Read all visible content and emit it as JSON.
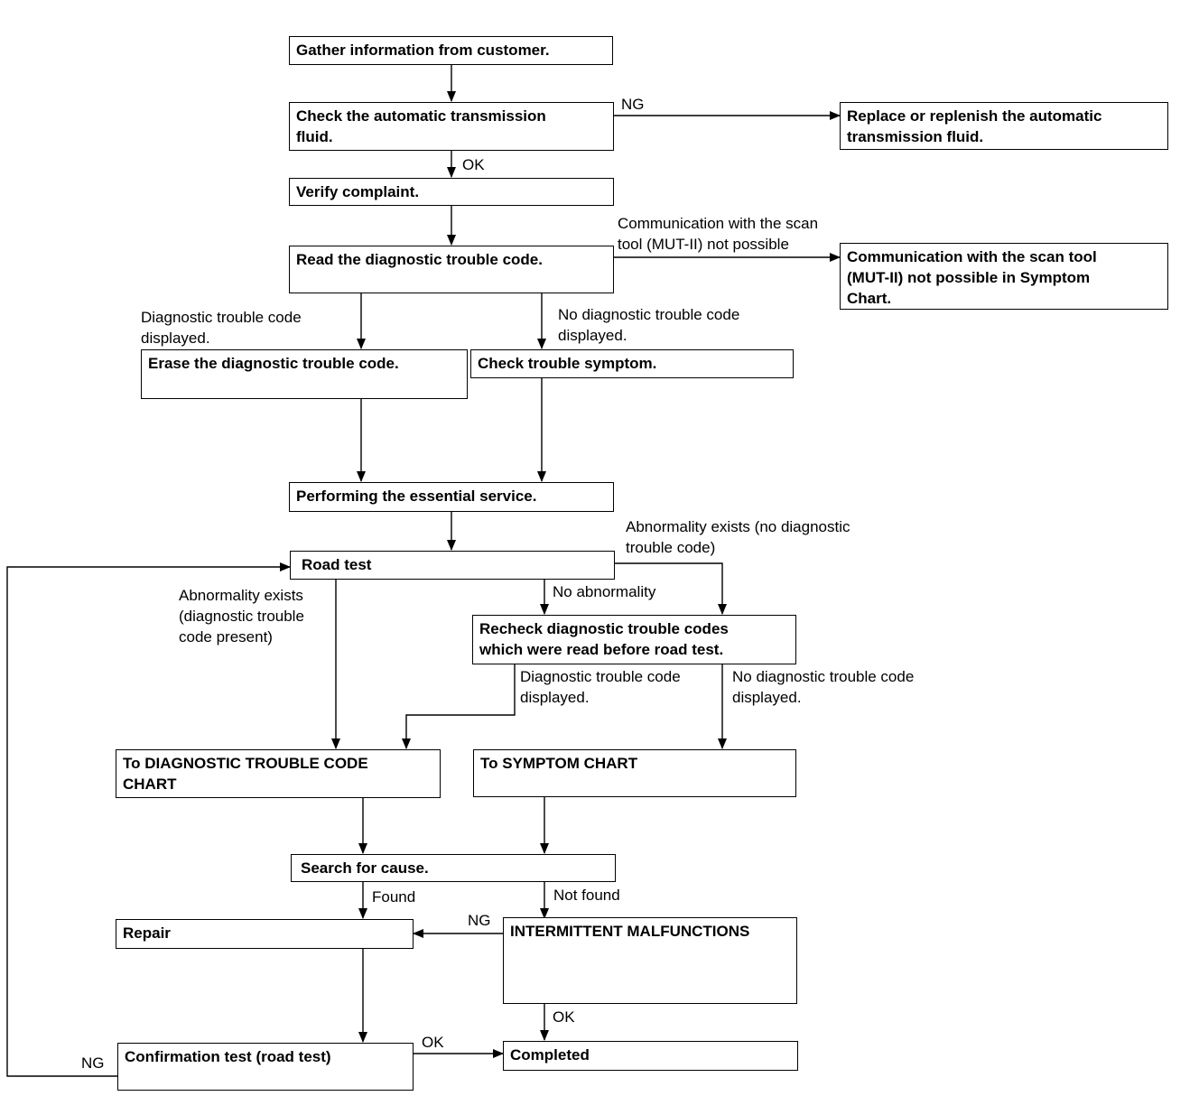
{
  "boxes": {
    "gather": "Gather information from customer.",
    "check_fluid": "Check the automatic transmission\nfluid.",
    "replace_fluid": "Replace or replenish the automatic\ntransmission fluid.",
    "verify": "Verify complaint.",
    "read_dtc": "Read the diagnostic trouble code.",
    "comm_chart": "Communication with the scan tool\n(MUT-II) not possible in Symptom\nChart.",
    "erase_dtc": "Erase the diagnostic trouble code.",
    "check_symptom": "Check trouble symptom.",
    "essential": "Performing the essential service.",
    "road_test": "Road test",
    "recheck": "Recheck diagnostic trouble codes\nwhich were read before road test.",
    "dtc_chart": "To DIAGNOSTIC TROUBLE CODE\nCHART",
    "symptom_chart": "To SYMPTOM CHART",
    "search": "Search for cause.",
    "repair": "Repair",
    "intermittent": "INTERMITTENT MALFUNCTIONS",
    "confirm": "Confirmation test (road test)",
    "completed": "Completed"
  },
  "labels": {
    "ng_fluid": "NG",
    "ok_fluid": "OK",
    "comm_not_possible": "Communication with the scan\ntool (MUT-II) not possible",
    "dtc_displayed": "Diagnostic trouble code\ndisplayed.",
    "no_dtc_displayed": "No diagnostic trouble code\ndisplayed.",
    "abn_no_dtc": "Abnormality exists (no diagnostic\ntrouble code)",
    "abn_dtc_present": "Abnormality exists\n(diagnostic trouble\ncode present)",
    "no_abnormality": "No abnormality",
    "recheck_dtc_displayed": "Diagnostic trouble code\ndisplayed.",
    "recheck_no_dtc_displayed": "No diagnostic trouble code\ndisplayed.",
    "found": "Found",
    "not_found": "Not found",
    "ng_intermittent": "NG",
    "ok_intermittent": "OK",
    "ok_confirm": "OK",
    "ng_confirm": "NG"
  }
}
